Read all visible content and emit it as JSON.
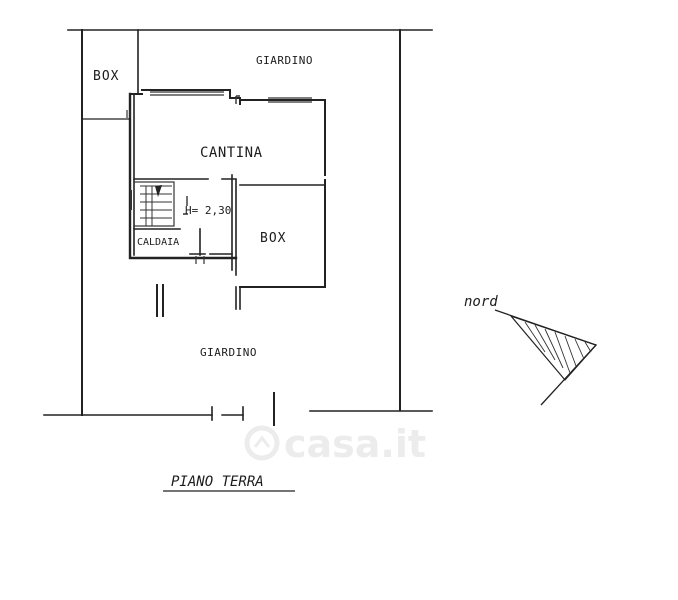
{
  "labels": {
    "box_top": "BOX",
    "giardino_top": "GIARDINO",
    "cantina": "CANTINA",
    "height": "H= 2,30",
    "caldaia": "CALDAIA",
    "box_main": "BOX",
    "giardino_bottom": "GIARDINO",
    "north": "nord",
    "floor_title": "PIANO TERRA"
  },
  "watermark": {
    "brand": "casa.it"
  },
  "colors": {
    "ink": "#1c1c1c",
    "watermark": "#ececec"
  },
  "icons": {
    "north_arrow": "north-arrow-icon",
    "watermark_logo": "casa-logo-icon"
  }
}
